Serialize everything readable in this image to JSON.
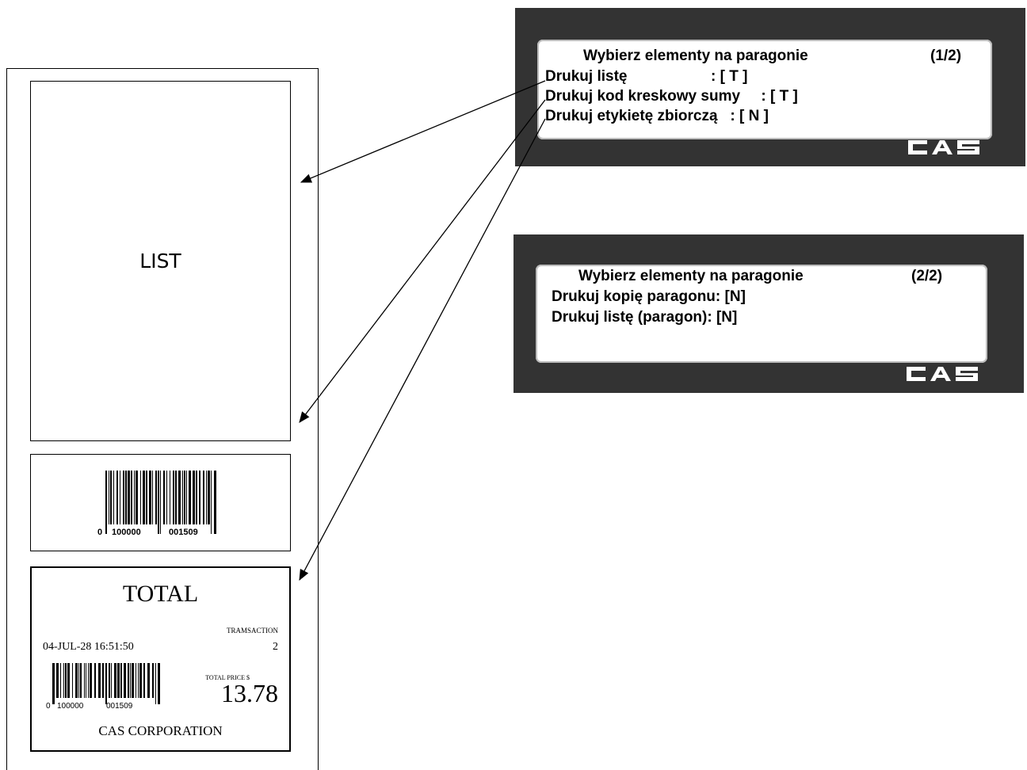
{
  "receipt": {
    "list_label": "LIST",
    "barcode_digits": {
      "first": "0",
      "middle": "100000",
      "last": "001509"
    },
    "total": {
      "title": "TOTAL",
      "transaction_label": "TRAMSACTION",
      "transaction_value": "2",
      "datetime": "04-JUL-28  16:51:50",
      "total_price_label": "TOTAL PRICE $",
      "total_price_value": "13.78",
      "company": "CAS CORPORATION"
    }
  },
  "panel1": {
    "title": "Wybierz elementy na paragonie",
    "page": "(1/2)",
    "lines": [
      "Drukuj listę                    : [ T ]",
      "Drukuj kod kreskowy sumy     : [ T ]",
      "Drukuj etykietę zbiorczą   : [ N ]"
    ],
    "logo": "CAS"
  },
  "panel2": {
    "title": "Wybierz elementy na paragonie",
    "page": "(2/2)",
    "lines": [
      "Drukuj kopię paragonu: [N]",
      "Drukuj listę (paragon): [N]"
    ],
    "logo": "CAS"
  },
  "colors": {
    "panel_bg": "#333333",
    "screen_bg": "#ffffff",
    "ink": "#000000"
  }
}
